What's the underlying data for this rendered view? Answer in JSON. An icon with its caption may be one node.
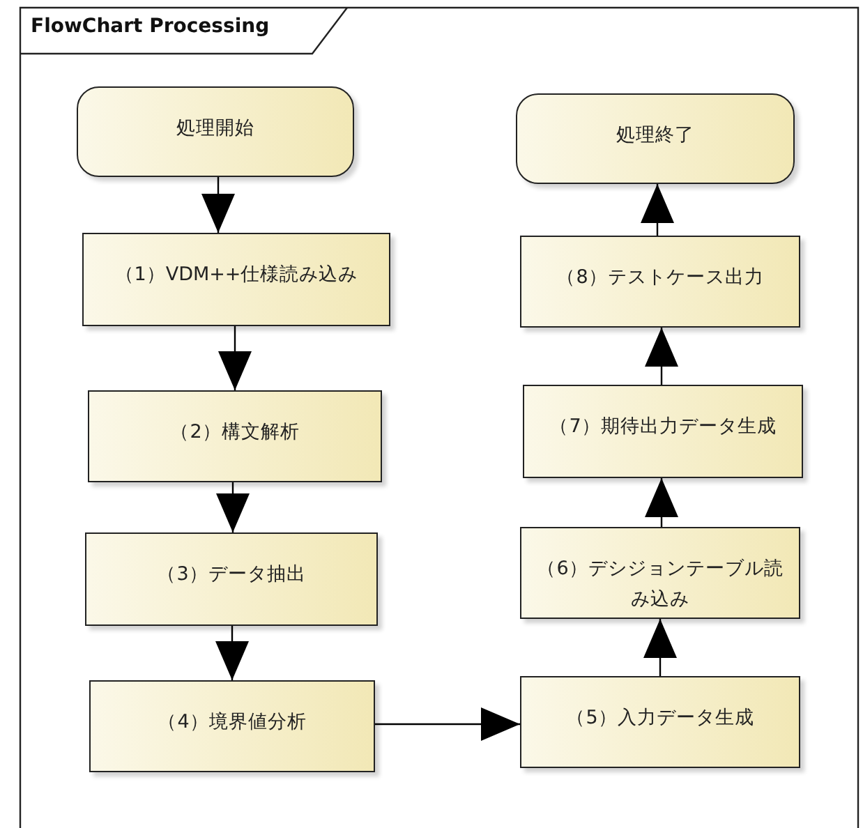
{
  "diagram": {
    "title": "FlowChart Processing",
    "nodes": [
      {
        "text": [
          "処理開始"
        ]
      },
      {
        "text": [
          "（1）VDM++仕様読み込み"
        ]
      },
      {
        "text": [
          "（2）構文解析"
        ]
      },
      {
        "text": [
          "（3）データ抽出"
        ]
      },
      {
        "text": [
          "（4）境界値分析"
        ]
      },
      {
        "text": [
          "（5）入力データ生成"
        ]
      },
      {
        "text": [
          "（6）デシジョンテーブル読み込み"
        ]
      },
      {
        "text": [
          "（7）期待出力データ生成"
        ]
      },
      {
        "text": [
          "（8）テストケース出力"
        ]
      },
      {
        "text": [
          "処理終了"
        ]
      }
    ],
    "edges": [
      {
        "from": 0,
        "to": 1,
        "arrow": "to"
      },
      {
        "from": 1,
        "to": 2,
        "arrow": "to"
      },
      {
        "from": 2,
        "to": 3,
        "arrow": "to"
      },
      {
        "from": 3,
        "to": 4,
        "arrow": "to"
      },
      {
        "from": 4,
        "to": 5,
        "arrow": "to"
      },
      {
        "from": 5,
        "to": 6,
        "arrow": "to"
      },
      {
        "from": 6,
        "to": 7,
        "arrow": "to"
      },
      {
        "from": 7,
        "to": 8,
        "arrow": "to"
      },
      {
        "from": 8,
        "to": 9,
        "arrow": "to"
      }
    ]
  }
}
